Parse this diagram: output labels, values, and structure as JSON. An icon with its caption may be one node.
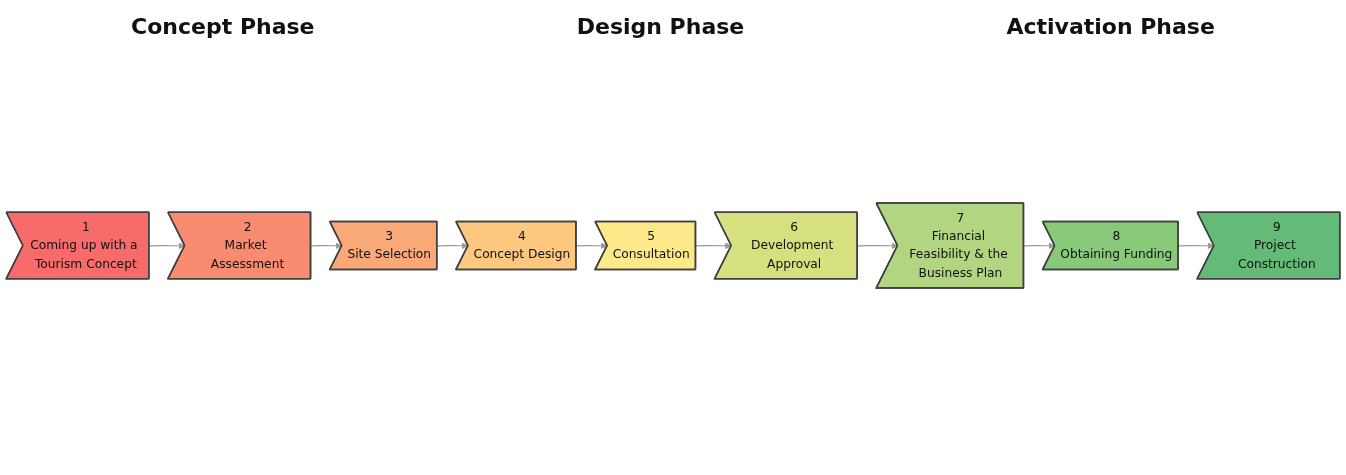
{
  "diagram": {
    "nodes": [
      {
        "text": [
          "1",
          "Coming up with a Tourism Concept"
        ]
      },
      {
        "text": [
          "2",
          "Market Assessment"
        ]
      },
      {
        "text": [
          "3",
          "Site Selection"
        ]
      },
      {
        "text": [
          "4",
          "Concept Design"
        ]
      },
      {
        "text": [
          "5",
          "Consultation"
        ]
      },
      {
        "text": [
          "6",
          "Development Approval"
        ]
      },
      {
        "text": [
          "7",
          "Financial Feasibility & the Business Plan"
        ]
      },
      {
        "text": [
          "8",
          "Obtaining Funding"
        ]
      },
      {
        "text": [
          "9",
          "Project Construction"
        ]
      }
    ],
    "edges": [
      {
        "from": 0,
        "to": 1,
        "arrow": "to"
      },
      {
        "from": 1,
        "to": 2,
        "arrow": "to"
      },
      {
        "from": 2,
        "to": 3,
        "arrow": "to"
      },
      {
        "from": 3,
        "to": 4,
        "arrow": "to"
      },
      {
        "from": 4,
        "to": 5,
        "arrow": "to"
      },
      {
        "from": 5,
        "to": 6,
        "arrow": "to"
      },
      {
        "from": 6,
        "to": 7,
        "arrow": "to"
      },
      {
        "from": 7,
        "to": 8,
        "arrow": "to"
      }
    ],
    "labels": [
      "Concept Phase",
      "Design Phase",
      "Activation Phase"
    ]
  }
}
